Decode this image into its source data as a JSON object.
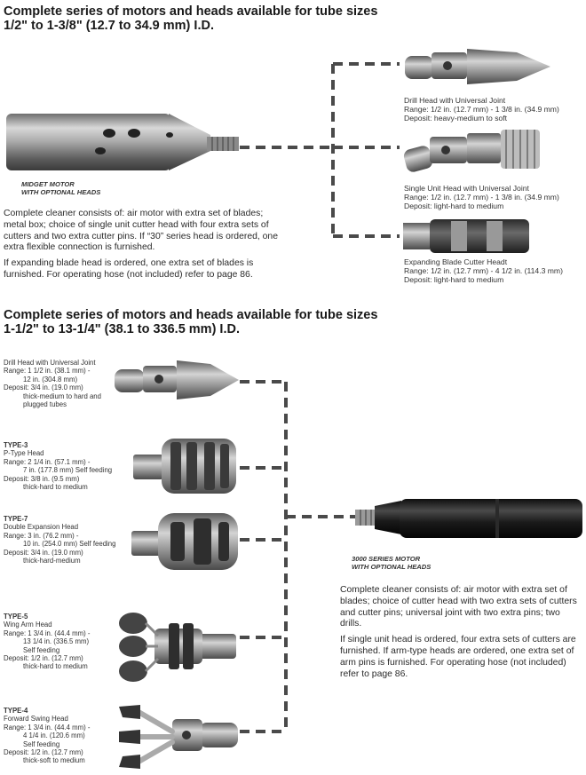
{
  "section1": {
    "heading_line1": "Complete series of motors and heads available for tube sizes",
    "heading_line2": "1/2\" to 1-3/8\" (12.7 to 34.9 mm) I.D.",
    "motor_label_line1": "MIDGET MOTOR",
    "motor_label_line2": "WITH OPTIONAL HEADS",
    "paragraph1": "Complete cleaner consists of: air motor with extra set of blades; metal box; choice of single unit cutter head with four extra sets of cutters and two extra cutter pins. If “30” series head is ordered, one extra flexible connection is furnished.",
    "paragraph2": "If expanding blade head is ordered, one extra set of blades is furnished. For operating hose (not included) refer to page 86.",
    "heads": [
      {
        "name": "Drill Head with Universal Joint",
        "range": "Range: 1/2 in. (12.7 mm) - 1 3/8 in. (34.9 mm)",
        "deposit": "Deposit: heavy-medium to soft"
      },
      {
        "name": "Single Unit Head with Universal Joint",
        "range": "Range: 1/2 in. (12.7 mm) - 1 3/8 in. (34.9 mm)",
        "deposit": "Deposit: light-hard to medium"
      },
      {
        "name": "Expanding Blade Cutter Headt",
        "range": "Range: 1/2 in. (12.7 mm) - 4 1/2 in. (114.3 mm)",
        "deposit": "Deposit: light-hard to medium"
      }
    ]
  },
  "section2": {
    "heading_line1": "Complete series of motors and heads available for tube sizes",
    "heading_line2": "1-1/2\" to 13-1/4\" (38.1 to 336.5 mm) I.D.",
    "motor_label_line1": "3000 SERIES MOTOR",
    "motor_label_line2": "WITH OPTIONAL HEADS",
    "paragraph1": "Complete cleaner consists of: air motor with extra set of blades; choice of cutter head with two extra sets of cutters and cutter pins; universal joint with two extra pins; two drills.",
    "paragraph2": "If single unit head is ordered, four extra sets of cutters are furnished. If arm-type heads are ordered, one extra set of arm pins is furnished. For operating hose (not included) refer to page 86.",
    "heads": [
      {
        "type": "",
        "lines": [
          "Drill Head with Universal Joint",
          "Range: 1 1/2 in. (38.1 mm) -",
          "12 in. (304.8 mm)",
          "Deposit: 3/4 in. (19.0 mm)",
          "thick-medium to hard and",
          "plugged tubes"
        ]
      },
      {
        "type": "TYPE-3",
        "lines": [
          "P-Type Head",
          "Range: 2 1/4 in. (57.1 mm) -",
          "7 in. (177.8 mm) Self feeding",
          "Deposit: 3/8 in. (9.5 mm)",
          "thick-hard to medium"
        ]
      },
      {
        "type": "TYPE-7",
        "lines": [
          "Double Expansion Head",
          "Range: 3 in. (76.2 mm) -",
          "10 in. (254.0 mm) Self feeding",
          "Deposit: 3/4 in. (19.0 mm)",
          "thick-hard-medium"
        ]
      },
      {
        "type": "TYPE-5",
        "lines": [
          "Wing Arm Head",
          "Range: 1 3/4 in. (44.4 mm) -",
          "13 1/4 in. (336.5 mm)",
          "Self feeding",
          "Deposit: 1/2 in. (12.7 mm)",
          "thick-hard to medium"
        ]
      },
      {
        "type": "TYPE-4",
        "lines": [
          "Forward Swing Head",
          "Range: 1 3/4 in. (44.4 mm) -",
          "4 1/4 in. (120.6 mm)",
          "Self feeding",
          "Deposit: 1/2 in. (12.7 mm)",
          "thick-soft to medium"
        ]
      }
    ]
  },
  "colors": {
    "text": "#222222",
    "dash": "#444444",
    "metal": "#9a9a9a",
    "motor_black": "#1c1c1c"
  }
}
